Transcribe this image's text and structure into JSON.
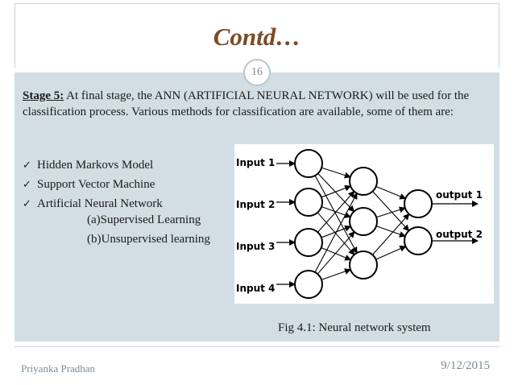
{
  "slide": {
    "title": "Contd…",
    "number": "16",
    "stage_label": "Stage 5:",
    "stage_text": " At final stage, the ANN (ARTIFICIAL NEURAL NETWORK) will be used for the classification process. Various methods for classification are available, some of them are:",
    "bullets": [
      "Hidden Markovs Model",
      "Support Vector Machine",
      "Artificial Neural Network"
    ],
    "subitems": [
      "(a)Supervised Learning",
      "(b)Unsupervised learning"
    ],
    "diagram": {
      "inputs": [
        "Input 1",
        "Input 2",
        "Input 3",
        "Input 4"
      ],
      "outputs": [
        "output 1",
        "output 2"
      ]
    },
    "caption": "Fig 4.1: Neural network system",
    "author": "Priyanka Pradhan",
    "date": "9/12/2015"
  }
}
